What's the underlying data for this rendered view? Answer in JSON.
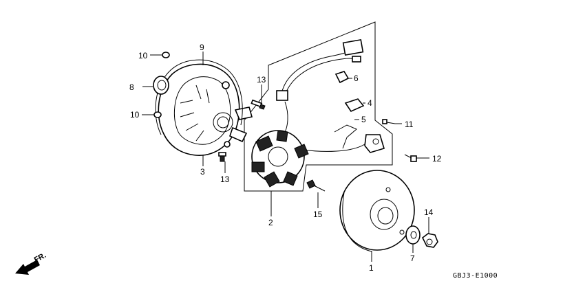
{
  "callouts": [
    {
      "id": "c1",
      "text": "1"
    },
    {
      "id": "c2",
      "text": "2"
    },
    {
      "id": "c3",
      "text": "3"
    },
    {
      "id": "c4",
      "text": "4"
    },
    {
      "id": "c5",
      "text": "5"
    },
    {
      "id": "c6",
      "text": "6"
    },
    {
      "id": "c7",
      "text": "7"
    },
    {
      "id": "c8",
      "text": "8"
    },
    {
      "id": "c9",
      "text": "9"
    },
    {
      "id": "c10a",
      "text": "10"
    },
    {
      "id": "c10b",
      "text": "10"
    },
    {
      "id": "c11",
      "text": "11"
    },
    {
      "id": "c12",
      "text": "12"
    },
    {
      "id": "c13a",
      "text": "13"
    },
    {
      "id": "c13b",
      "text": "13"
    },
    {
      "id": "c14",
      "text": "14"
    },
    {
      "id": "c15",
      "text": "15"
    }
  ],
  "direction_label": "FR.",
  "diagram_code": "GBJ3-E1000"
}
